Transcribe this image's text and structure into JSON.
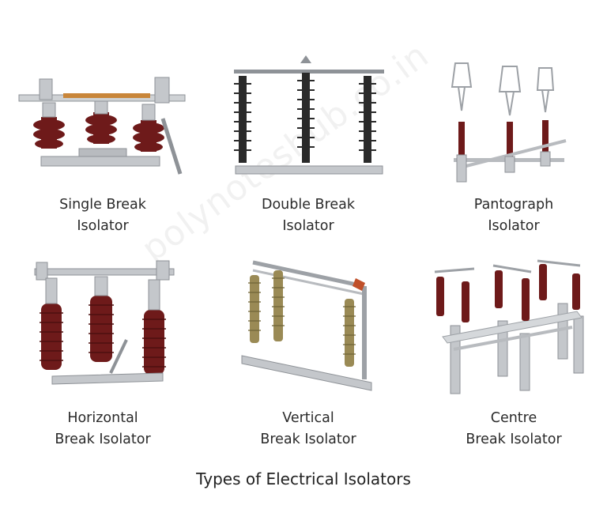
{
  "isolators": [
    {
      "line1": "Single Break",
      "line2": "Isolator"
    },
    {
      "line1": "Double Break",
      "line2": "Isolator"
    },
    {
      "line1": "Pantograph",
      "line2": "Isolator"
    },
    {
      "line1": "Horizontal",
      "line2": "Break Isolator"
    },
    {
      "line1": "Vertical",
      "line2": "Break Isolator"
    },
    {
      "line1": "Centre",
      "line2": "Break Isolator"
    }
  ],
  "footer": "Types of Electrical Isolators",
  "watermark": "polynoteshub.co.in",
  "colors": {
    "porcelain": "#6e1a1a",
    "steel": "#c4c7cb",
    "steel_dark": "#8e9297",
    "olive_insulator": "#9a8a55",
    "dark_insulator": "#2a2a2a",
    "caption_text": "#2a2a2a"
  }
}
